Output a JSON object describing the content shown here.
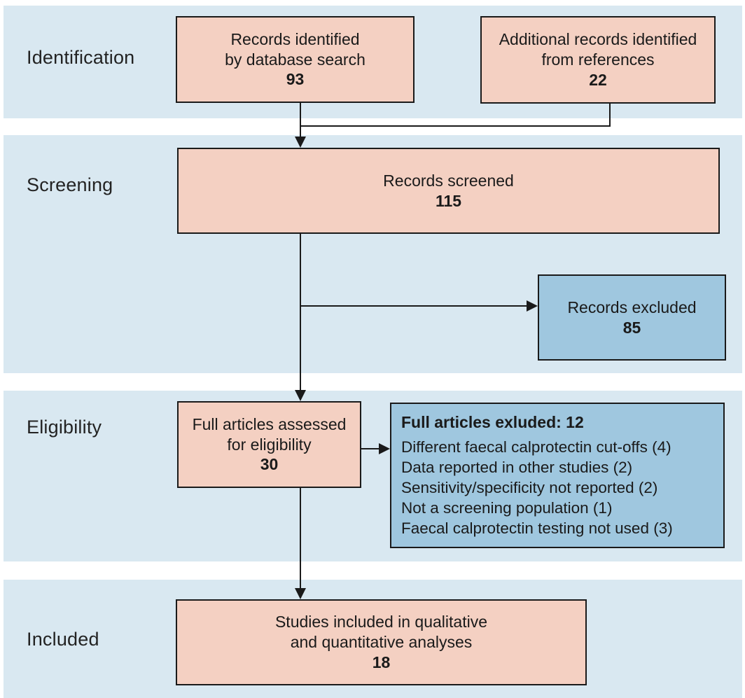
{
  "diagram": {
    "type": "prisma-flow",
    "stages": [
      {
        "label": "Identification"
      },
      {
        "label": "Screening"
      },
      {
        "label": "Eligibility"
      },
      {
        "label": "Included"
      }
    ],
    "boxes": {
      "identified": {
        "line1": "Records identified",
        "line2": "by database search",
        "count": "93"
      },
      "additional": {
        "line1": "Additional records identified",
        "line2": "from references",
        "count": "22"
      },
      "screened": {
        "line1": "Records screened",
        "count": "115"
      },
      "excluded": {
        "line1": "Records excluded",
        "count": "85"
      },
      "assessed": {
        "line1": "Full articles assessed",
        "line2": "for eligibility",
        "count": "30"
      },
      "full_excluded": {
        "title": "Full articles exluded: 12",
        "reasons": [
          "Different faecal calprotectin cut-offs (4)",
          "Data reported in other studies (2)",
          "Sensitivity/specificity not reported (2)",
          "Not a screening population (1)",
          "Faecal calprotectin testing not used (3)"
        ]
      },
      "included_studies": {
        "line1": "Studies included in qualitative",
        "line2": "and quantitative analyses",
        "count": "18"
      }
    },
    "colors": {
      "band_background": "#d9e8f1",
      "record_box": "#f4d0c2",
      "exclusion_box": "#9fc7df",
      "border_and_text": "#1a1a1a",
      "page_background": "#ffffff"
    }
  }
}
